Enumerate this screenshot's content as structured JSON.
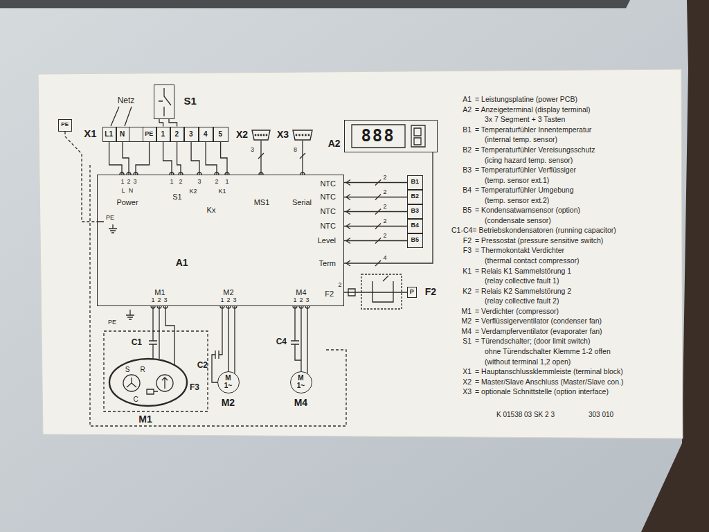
{
  "diagram": {
    "nodes": [
      {
        "text": [
          "PE"
        ]
      },
      {
        "text": [
          "S1"
        ]
      },
      {
        "text": [
          "X1"
        ]
      },
      {
        "text": [
          "L1"
        ],
        "in": 2
      },
      {
        "text": [
          "N"
        ],
        "in": 2
      },
      {
        "text": [
          "PE"
        ],
        "in": 2
      },
      {
        "text": [
          "1"
        ],
        "in": 2
      },
      {
        "text": [
          "2"
        ],
        "in": 2
      },
      {
        "text": [
          "3"
        ],
        "in": 2
      },
      {
        "text": [
          "4"
        ],
        "in": 2
      },
      {
        "text": [
          "5"
        ],
        "in": 2
      },
      {
        "text": [
          "X2"
        ]
      },
      {
        "text": [
          "X3"
        ]
      },
      {
        "text": [
          "A2",
          "888"
        ]
      },
      {
        "text": [
          "A1"
        ]
      },
      {
        "text": [
          "B1"
        ]
      },
      {
        "text": [
          "B2"
        ]
      },
      {
        "text": [
          "B3"
        ]
      },
      {
        "text": [
          "B4"
        ]
      },
      {
        "text": [
          "B5"
        ]
      },
      {
        "text": [
          "P",
          "F2"
        ]
      },
      {
        "text": [
          "M 1~",
          "M2"
        ]
      },
      {
        "text": [
          "M 1~",
          "M4"
        ]
      }
    ],
    "edges": [
      {
        "from": 1,
        "to": 6,
        "arrow": "none"
      },
      {
        "from": 1,
        "to": 7,
        "arrow": "none"
      },
      {
        "from": 3,
        "to": 14,
        "arrow": "none"
      },
      {
        "from": 4,
        "to": 14,
        "arrow": "none"
      },
      {
        "from": 5,
        "to": 14,
        "arrow": "none"
      },
      {
        "from": 6,
        "to": 14,
        "arrow": "none"
      },
      {
        "from": 7,
        "to": 14,
        "arrow": "none"
      },
      {
        "from": 8,
        "to": 14,
        "arrow": "none"
      },
      {
        "from": 9,
        "to": 14,
        "arrow": "none"
      },
      {
        "from": 10,
        "to": 14,
        "arrow": "none"
      },
      {
        "from": 11,
        "to": 14,
        "label": "3",
        "arrow": "none"
      },
      {
        "from": 12,
        "to": 14,
        "label": "8",
        "arrow": "none"
      },
      {
        "from": 14,
        "to": 15,
        "label": "2",
        "arrow": "none"
      },
      {
        "from": 14,
        "to": 16,
        "label": "2",
        "arrow": "none"
      },
      {
        "from": 14,
        "to": 17,
        "label": "2",
        "arrow": "none"
      },
      {
        "from": 14,
        "to": 18,
        "label": "2",
        "arrow": "none"
      },
      {
        "from": 14,
        "to": 19,
        "label": "2",
        "arrow": "none"
      },
      {
        "from": 14,
        "to": 13,
        "label": "4",
        "arrow": "none"
      },
      {
        "from": 14,
        "to": 20,
        "arrow": "none"
      },
      {
        "from": 14,
        "to": 21,
        "arrow": "none"
      },
      {
        "from": 14,
        "to": 22,
        "arrow": "none"
      }
    ],
    "labels": [
      "Netz",
      "1",
      "2",
      "3",
      "L",
      "N",
      "Power",
      "1",
      "2",
      "S1",
      "3",
      "K2",
      "2",
      "1",
      "K1",
      "Kx",
      "MS1",
      "Serial",
      "NTC",
      "NTC",
      "NTC",
      "NTC",
      "Level",
      "Term",
      "F2",
      "2",
      "PE",
      "M1",
      "1",
      "2",
      "3",
      "M2",
      "1",
      "2",
      "3",
      "M4",
      "1",
      "2",
      "3",
      "PE",
      "C1",
      "S",
      "R",
      "C",
      "F3",
      "M1",
      "C2",
      "C4",
      "A1",
      "= Leistungsplatine (power PCB)",
      "A2",
      "= Anzeigeterminal (display terminal)",
      "3x 7 Segment + 3 Tasten",
      "B1",
      "= Temperaturfühler Innentemperatur",
      "(internal temp. sensor)",
      "B2",
      "= Temperaturfühler Vereisungsschutz",
      "(icing hazard temp. sensor)",
      "B3",
      "= Temperaturfühler Verflüssiger",
      "(temp. sensor ext.1)",
      "B4",
      "= Temperaturfühler Umgebung",
      "(temp. sensor ext.2)",
      "B5",
      "= Kondensatwarnsensor (option)",
      "(condensate sensor)",
      "C1-C4= Betriebskondensatoren (running capacitor)",
      "F2",
      "= Pressostat (pressure sensitive switch)",
      "F3",
      "= Thermokontakt Verdichter",
      "(thermal contact compressor)",
      "K1",
      "= Relais K1 Sammelstörung 1",
      "(relay collective fault 1)",
      "K2",
      "= Relais K2 Sammelstörung 2",
      "(relay collective fault 2)",
      "M1",
      "= Verdichter (compressor)",
      "M2",
      "= Verflüssigerventilator (condenser fan)",
      "M4",
      "= Verdampferventilator (evaporater fan)",
      "S1",
      "= Türendschalter; (door limit switch)",
      "ohne Türendschalter Klemme 1-2 offen",
      "(without terminal 1,2 open)",
      "X1",
      "= Hauptanschlussklemmleiste (terminal block)",
      "X2",
      "= Master/Slave Anschluss (Master/Slave con.)",
      "X3",
      "= optionale Schnittstelle (option interface)",
      "K 01538 03 SK 2 3",
      "303 010"
    ]
  }
}
